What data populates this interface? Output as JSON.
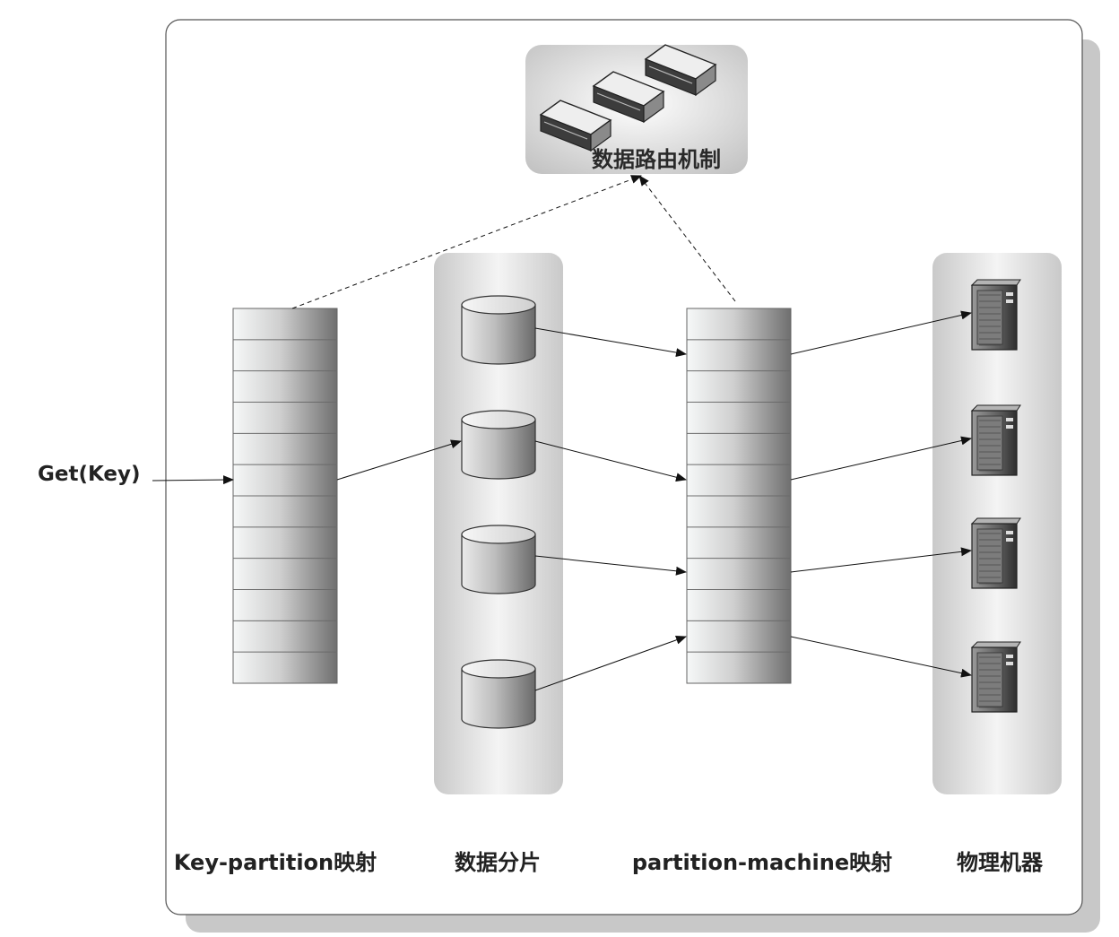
{
  "request": {
    "label": "Get(Key)"
  },
  "router": {
    "label": "数据路由机制",
    "icon": "server-rack-icon"
  },
  "columns": [
    {
      "id": "key-partition",
      "label": "Key-partition映射"
    },
    {
      "id": "shards",
      "label": "数据分片"
    },
    {
      "id": "partition-machine",
      "label": "partition-machine映射"
    },
    {
      "id": "machines",
      "label": "物理机器"
    }
  ],
  "key_partition_table": {
    "rows": 12
  },
  "partition_machine_table": {
    "rows": 12
  },
  "shards": {
    "count": 4,
    "icon": "database-cylinder-icon"
  },
  "machines": {
    "count": 4,
    "icon": "server-tower-icon"
  },
  "colors": {
    "frame_border": "#555555",
    "shadow": "#c8c8c8",
    "panel_fill": "#d4d4d4",
    "line": "#111111"
  }
}
